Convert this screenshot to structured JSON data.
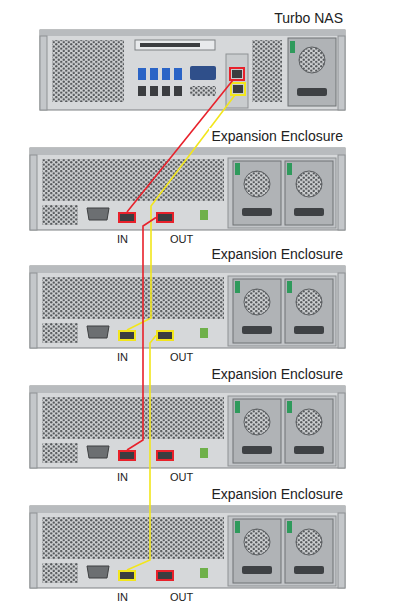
{
  "diagram": {
    "nodes": [
      {
        "text": [
          "Turbo NAS"
        ]
      },
      {
        "text": [
          "Expansion Enclosure"
        ]
      },
      {
        "text": [
          "IN"
        ],
        "in": 1
      },
      {
        "text": [
          "OUT"
        ],
        "in": 1
      },
      {
        "text": [
          "Expansion Enclosure"
        ]
      },
      {
        "text": [
          "IN"
        ],
        "in": 4
      },
      {
        "text": [
          "OUT"
        ],
        "in": 4
      },
      {
        "text": [
          "Expansion Enclosure"
        ]
      },
      {
        "text": [
          "IN"
        ],
        "in": 7
      },
      {
        "text": [
          "OUT"
        ],
        "in": 7
      },
      {
        "text": [
          "Expansion Enclosure"
        ]
      },
      {
        "text": [
          "IN"
        ],
        "in": 10
      },
      {
        "text": [
          "OUT"
        ],
        "in": 10
      }
    ],
    "edges": [
      {
        "from": 0,
        "to": 2,
        "arrow": "none"
      },
      {
        "from": 0,
        "to": 5,
        "arrow": "none"
      },
      {
        "from": 3,
        "to": 8,
        "arrow": "none"
      },
      {
        "from": 6,
        "to": 11,
        "arrow": "none"
      }
    ]
  }
}
